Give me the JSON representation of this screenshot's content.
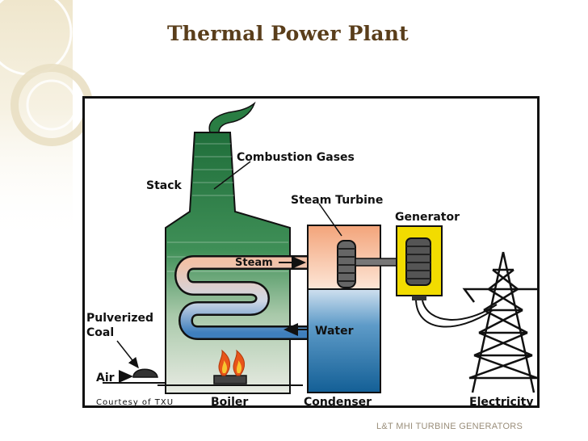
{
  "slide": {
    "title": "Thermal Power Plant",
    "footer": "L&T MHI TURBINE GENERATORS"
  },
  "diagram": {
    "labels": {
      "combustion_gases": "Combustion Gases",
      "stack": "Stack",
      "steam_turbine": "Steam Turbine",
      "generator": "Generator",
      "steam": "Steam",
      "water": "Water",
      "pulverized": "Pulverized",
      "coal": "Coal",
      "air": "Air",
      "courtesy": "Courtesy of TXU",
      "boiler": "Boiler",
      "condenser": "Condenser",
      "electricity": "Electricity"
    },
    "colors": {
      "stack_top": "#1f6e3a",
      "stack_bottom": "#d9ddd5",
      "turbine": "#f3b48c",
      "generator": "#f2dc00",
      "condenser_water": "#1f6ea6",
      "flame": "#e8551a"
    }
  }
}
